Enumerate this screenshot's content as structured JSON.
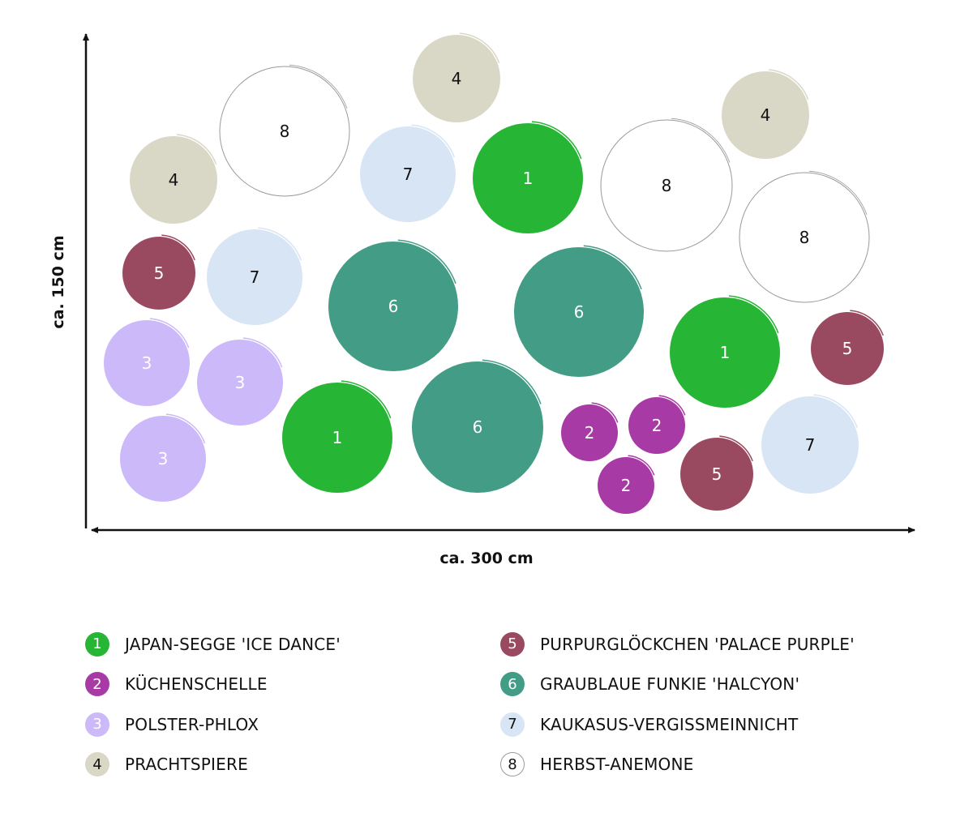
{
  "dimensions": {
    "width_label": "ca. 300 cm",
    "height_label": "ca. 150 cm"
  },
  "species": {
    "1": {
      "name": "JAPAN-SEGGE 'ICE DANCE'",
      "color": "#26b535",
      "text_color": "#ffffff"
    },
    "2": {
      "name": "KÜCHENSCHELLE",
      "color": "#a83aa6",
      "text_color": "#ffffff"
    },
    "3": {
      "name": "POLSTER-PHLOX",
      "color": "#cbb9fa",
      "text_color": "#ffffff"
    },
    "4": {
      "name": "PRACHTSPIERE",
      "color": "#d9d8c6",
      "text_color": "#111111"
    },
    "5": {
      "name": "PURPURGLÖCKCHEN  'PALACE PURPLE'",
      "color": "#9a4a60",
      "text_color": "#ffffff"
    },
    "6": {
      "name": "GRAUBLAUE FUNKIE 'HALCYON'",
      "color": "#439c86",
      "text_color": "#ffffff"
    },
    "7": {
      "name": "KAUKASUS-VERGISSMEINNICHT",
      "color": "#d8e5f4",
      "text_color": "#111111"
    },
    "8": {
      "name": "HERBST-ANEMONE",
      "color": "#ffffff",
      "text_color": "#111111"
    }
  },
  "legend": {
    "left": [
      "1",
      "2",
      "3",
      "4"
    ],
    "right": [
      "5",
      "6",
      "7",
      "8"
    ]
  },
  "plants": [
    "4",
    "8",
    "4",
    "7",
    "1",
    "4",
    "8",
    "8",
    "5",
    "7",
    "6",
    "6",
    "1",
    "5",
    "3",
    "3",
    "1",
    "6",
    "2",
    "2",
    "2",
    "5",
    "7",
    "3"
  ]
}
